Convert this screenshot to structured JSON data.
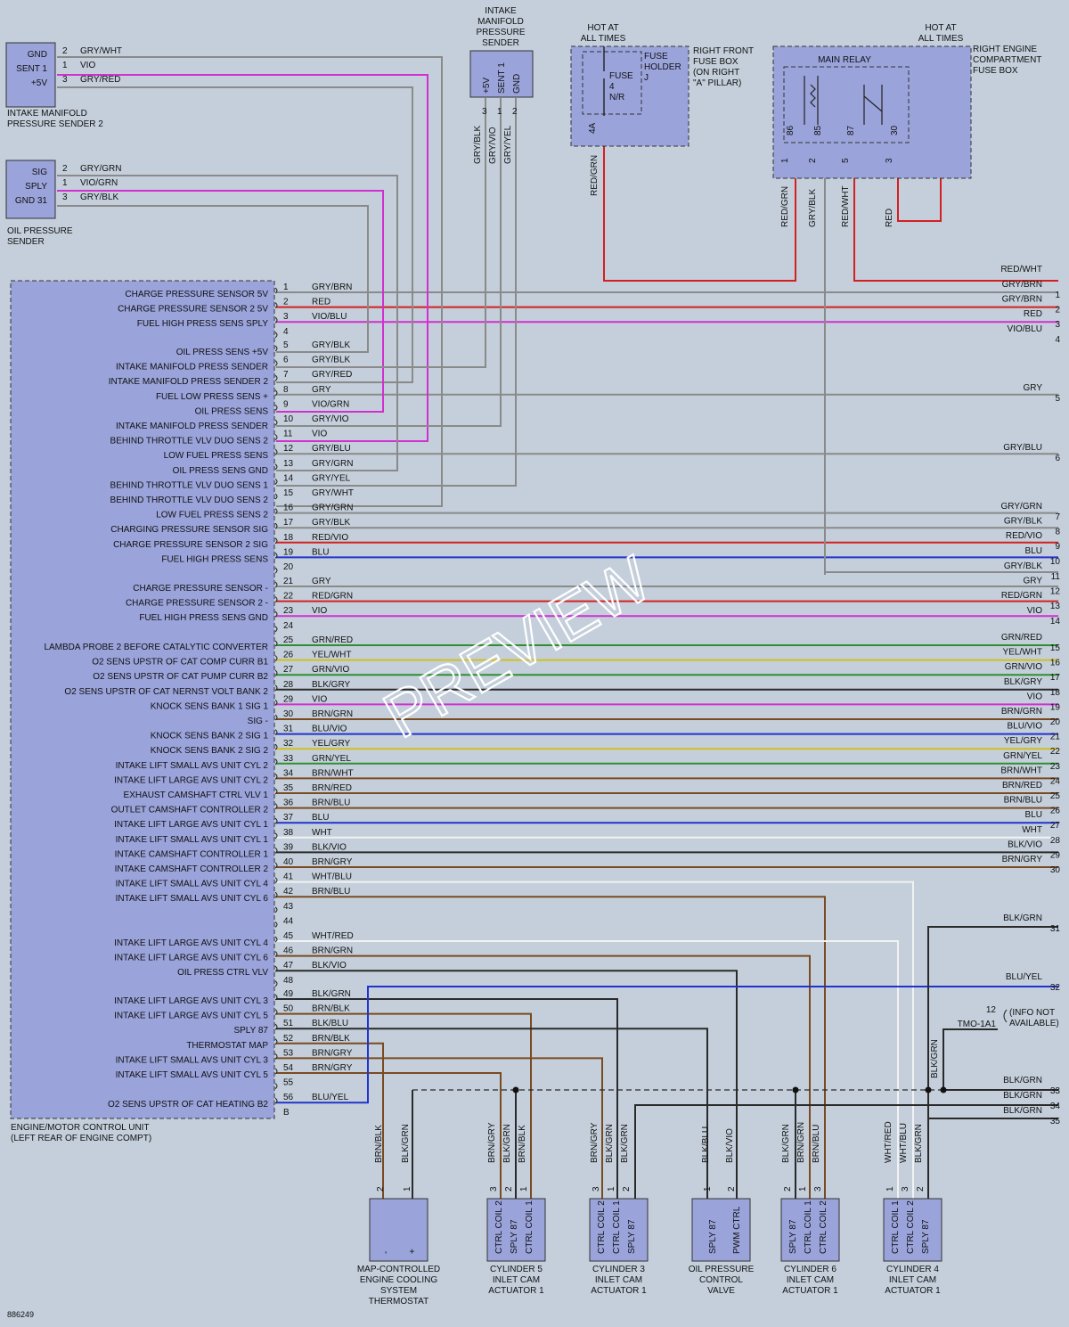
{
  "diagram_id": "886249",
  "watermark": "PREVIEW",
  "components": {
    "imp2": {
      "lines": [
        "INTAKE MANIFOLD",
        "PRESSURE SENDER 2"
      ],
      "pins": [
        [
          "GND",
          "2",
          "GRY/WHT"
        ],
        [
          "SENT 1",
          "1",
          "VIO"
        ],
        [
          "+5V",
          "3",
          "GRY/RED"
        ]
      ]
    },
    "ops": {
      "lines": [
        "OIL PRESSURE",
        "SENDER"
      ],
      "pins": [
        [
          "SIG",
          "2",
          "GRY/GRN"
        ],
        [
          "SPLY",
          "1",
          "VIO/GRN"
        ],
        [
          "GND 31",
          "3",
          "GRY/BLK"
        ]
      ]
    },
    "imps": {
      "lines": [
        "INTAKE",
        "MANIFOLD",
        "PRESSURE",
        "SENDER"
      ],
      "pins": [
        [
          "+5V",
          "3",
          "GRY/BLK"
        ],
        [
          "SENT 1",
          "1",
          "GRY/VIO"
        ],
        [
          "GND",
          "2",
          "GRY/YEL"
        ]
      ]
    },
    "fusebox": {
      "hot": [
        "HOT AT",
        "ALL TIMES"
      ],
      "lines": [
        "RIGHT FRONT",
        "FUSE BOX",
        "(ON RIGHT",
        "\"A\" PILLAR)"
      ],
      "holder": [
        "FUSE",
        "HOLDER",
        "J"
      ],
      "fuse": [
        "FUSE",
        "4",
        "N/R"
      ],
      "pin": "4A",
      "wire": "RED/GRN"
    },
    "relaybox": {
      "hot": [
        "HOT AT",
        "ALL TIMES"
      ],
      "lines": [
        "RIGHT ENGINE",
        "COMPARTMENT",
        "FUSE BOX"
      ],
      "relay": "MAIN RELAY",
      "terms": [
        "86",
        "85",
        "87",
        "30"
      ],
      "pins": [
        "1",
        "2",
        "5",
        "3"
      ],
      "wires": [
        "RED/GRN",
        "GRY/BLK",
        "RED/WHT",
        "RED"
      ]
    },
    "ecu": {
      "lines": [
        "ENGINE/MOTOR CONTROL UNIT",
        "(LEFT REAR OF ENGINE COMPT)"
      ],
      "bottom_pin": "B"
    },
    "thermostat": {
      "lines": [
        "MAP-CONTROLLED",
        "ENGINE COOLING",
        "SYSTEM",
        "THERMOSTAT"
      ],
      "wires": [
        "BRN/BLK",
        "BLK/GRN"
      ],
      "pins": [
        "2",
        "1"
      ],
      "terms": [
        "-",
        "+"
      ]
    },
    "cyl5": {
      "lines": [
        "CYLINDER 5",
        "INLET CAM",
        "ACTUATOR 1"
      ],
      "wires": [
        "BRN/GRY",
        "BLK/GRN",
        "BRN/BLK"
      ],
      "pins": [
        "3",
        "2",
        "1"
      ],
      "terms": [
        "CTRL COIL 2",
        "SPLY 87",
        "CTRL COIL 1"
      ]
    },
    "cyl3": {
      "lines": [
        "CYLINDER 3",
        "INLET CAM",
        "ACTUATOR 1"
      ],
      "wires": [
        "BRN/GRY",
        "BLK/GRN",
        "BLK/GRN"
      ],
      "pins": [
        "3",
        "1",
        "2"
      ],
      "terms": [
        "CTRL COIL 2",
        "CTRL COIL 1",
        "SPLY 87"
      ]
    },
    "opcv": {
      "lines": [
        "OIL PRESSURE",
        "CONTROL",
        "VALVE"
      ],
      "wires": [
        "BLK/BLU",
        "BLK/VIO"
      ],
      "pins": [
        "1",
        "2"
      ],
      "terms": [
        "SPLY 87",
        "PWM CTRL"
      ]
    },
    "cyl6": {
      "lines": [
        "CYLINDER 6",
        "INLET CAM",
        "ACTUATOR 1"
      ],
      "wires": [
        "BLK/GRN",
        "BRN/GRN",
        "BRN/BLU"
      ],
      "pins": [
        "2",
        "1",
        "3"
      ],
      "terms": [
        "SPLY 87",
        "CTRL COIL 1",
        "CTRL COIL 2"
      ]
    },
    "cyl4": {
      "lines": [
        "CYLINDER 4",
        "INLET CAM",
        "ACTUATOR 1"
      ],
      "wires": [
        "WHT/RED",
        "WHT/BLU",
        "BLK/GRN"
      ],
      "pins": [
        "1",
        "3",
        "2"
      ],
      "terms": [
        "CTRL COIL 1",
        "CTRL COIL 2",
        "SPLY 87"
      ]
    }
  },
  "ecu_pins": [
    [
      "1",
      "CHARGE PRESSURE SENSOR 5V",
      "GRY/BRN"
    ],
    [
      "2",
      "CHARGE PRESSURE SENSOR 2 5V",
      "RED"
    ],
    [
      "3",
      "FUEL HIGH PRESS SENS SPLY",
      "VIO/BLU"
    ],
    [
      "4",
      "",
      ""
    ],
    [
      "5",
      "OIL PRESS SENS +5V",
      "GRY/BLK"
    ],
    [
      "6",
      "INTAKE MANIFOLD PRESS SENDER",
      "GRY/BLK"
    ],
    [
      "7",
      "INTAKE MANIFOLD PRESS SENDER 2",
      "GRY/RED"
    ],
    [
      "8",
      "FUEL LOW PRESS SENS +",
      "GRY"
    ],
    [
      "9",
      "OIL PRESS SENS",
      "VIO/GRN"
    ],
    [
      "10",
      "INTAKE MANIFOLD PRESS SENDER",
      "GRY/VIO"
    ],
    [
      "11",
      "BEHIND THROTTLE VLV DUO SENS 2",
      "VIO"
    ],
    [
      "12",
      "LOW FUEL PRESS SENS",
      "GRY/BLU"
    ],
    [
      "13",
      "OIL PRESS SENS GND",
      "GRY/GRN"
    ],
    [
      "14",
      "BEHIND THROTTLE VLV DUO SENS 1",
      "GRY/YEL"
    ],
    [
      "15",
      "BEHIND THROTTLE VLV DUO SENS 2",
      "GRY/WHT"
    ],
    [
      "16",
      "LOW FUEL PRESS SENS 2",
      "GRY/GRN"
    ],
    [
      "17",
      "CHARGING PRESSURE SENSOR SIG",
      "GRY/BLK"
    ],
    [
      "18",
      "CHARGE PRESSURE SENSOR 2 SIG",
      "RED/VIO"
    ],
    [
      "19",
      "FUEL HIGH PRESS SENS",
      "BLU"
    ],
    [
      "20",
      "",
      ""
    ],
    [
      "21",
      "CHARGE PRESSURE SENSOR -",
      "GRY"
    ],
    [
      "22",
      "CHARGE PRESSURE SENSOR 2 -",
      "RED/GRN"
    ],
    [
      "23",
      "FUEL HIGH PRESS SENS GND",
      "VIO"
    ],
    [
      "24",
      "",
      ""
    ],
    [
      "25",
      "LAMBDA PROBE 2 BEFORE CATALYTIC CONVERTER",
      "GRN/RED"
    ],
    [
      "26",
      "O2 SENS UPSTR OF CAT COMP CURR B1",
      "YEL/WHT"
    ],
    [
      "27",
      "O2 SENS UPSTR OF CAT PUMP CURR B2",
      "GRN/VIO"
    ],
    [
      "28",
      "O2 SENS UPSTR OF CAT NERNST VOLT BANK 2",
      "BLK/GRY"
    ],
    [
      "29",
      "KNOCK SENS BANK 1 SIG 1",
      "VIO"
    ],
    [
      "30",
      "SIG -",
      "BRN/GRN"
    ],
    [
      "31",
      "KNOCK SENS BANK 2 SIG 1",
      "BLU/VIO"
    ],
    [
      "32",
      "KNOCK SENS BANK 2 SIG 2",
      "YEL/GRY"
    ],
    [
      "33",
      "INTAKE LIFT SMALL AVS UNIT CYL 2",
      "GRN/YEL"
    ],
    [
      "34",
      "INTAKE LIFT LARGE AVS UNIT CYL 2",
      "BRN/WHT"
    ],
    [
      "35",
      "EXHAUST CAMSHAFT CTRL VLV 1",
      "BRN/RED"
    ],
    [
      "36",
      "OUTLET CAMSHAFT CONTROLLER 2",
      "BRN/BLU"
    ],
    [
      "37",
      "INTAKE LIFT LARGE AVS UNIT CYL 1",
      "BLU"
    ],
    [
      "38",
      "INTAKE LIFT SMALL AVS UNIT CYL 1",
      "WHT"
    ],
    [
      "39",
      "INTAKE CAMSHAFT CONTROLLER 1",
      "BLK/VIO"
    ],
    [
      "40",
      "INTAKE CAMSHAFT CONTROLLER 2",
      "BRN/GRY"
    ],
    [
      "41",
      "INTAKE LIFT SMALL AVS UNIT CYL 4",
      "WHT/BLU"
    ],
    [
      "42",
      "INTAKE LIFT SMALL AVS UNIT CYL 6",
      "BRN/BLU"
    ],
    [
      "43",
      "",
      ""
    ],
    [
      "44",
      "",
      ""
    ],
    [
      "45",
      "INTAKE LIFT LARGE AVS UNIT CYL 4",
      "WHT/RED"
    ],
    [
      "46",
      "INTAKE LIFT LARGE AVS UNIT CYL 6",
      "BRN/GRN"
    ],
    [
      "47",
      "OIL PRESS CTRL VLV",
      "BLK/VIO"
    ],
    [
      "48",
      "",
      ""
    ],
    [
      "49",
      "INTAKE LIFT LARGE AVS UNIT CYL 3",
      "BLK/GRN"
    ],
    [
      "50",
      "INTAKE LIFT LARGE AVS UNIT CYL 5",
      "BRN/BLK"
    ],
    [
      "51",
      "SPLY 87",
      "BLK/BLU"
    ],
    [
      "52",
      "THERMOSTAT MAP",
      "BRN/BLK"
    ],
    [
      "53",
      "INTAKE LIFT SMALL AVS UNIT CYL 3",
      "BRN/GRY"
    ],
    [
      "54",
      "INTAKE LIFT SMALL AVS UNIT CYL 5",
      "BRN/GRY"
    ],
    [
      "55",
      "",
      ""
    ],
    [
      "56",
      "O2 SENS UPSTR OF CAT HEATING B2",
      "BLU/YEL"
    ]
  ],
  "right_edge": [
    [
      "RED/WHT",
      ""
    ],
    [
      "GRY/BRN",
      "1"
    ],
    [
      "GRY/BRN",
      "2"
    ],
    [
      "RED",
      "3"
    ],
    [
      "VIO/BLU",
      "4"
    ],
    [
      "GRY",
      "5"
    ],
    [
      "GRY/BLU",
      "6"
    ],
    [
      "GRY/GRN",
      "7"
    ],
    [
      "GRY/BLK",
      "8"
    ],
    [
      "RED/VIO",
      "9"
    ],
    [
      "BLU",
      "10"
    ],
    [
      "GRY/BLK",
      "11"
    ],
    [
      "GRY",
      "12"
    ],
    [
      "RED/GRN",
      "13"
    ],
    [
      "VIO",
      "14"
    ],
    [
      "GRN/RED",
      "15"
    ],
    [
      "YEL/WHT",
      "16"
    ],
    [
      "GRN/VIO",
      "17"
    ],
    [
      "BLK/GRY",
      "18"
    ],
    [
      "VIO",
      "19"
    ],
    [
      "BRN/GRN",
      "20"
    ],
    [
      "BLU/VIO",
      "21"
    ],
    [
      "YEL/GRY",
      "22"
    ],
    [
      "GRN/YEL",
      "23"
    ],
    [
      "BRN/WHT",
      "24"
    ],
    [
      "BRN/RED",
      "25"
    ],
    [
      "BRN/BLU",
      "26"
    ],
    [
      "BLU",
      "27"
    ],
    [
      "WHT",
      "28"
    ],
    [
      "BLK/VIO",
      "29"
    ],
    [
      "BRN/GRY",
      "30"
    ],
    [
      "BLK/GRN",
      "31"
    ],
    [
      "BLU/YEL",
      "32"
    ],
    [
      "BLK/GRN",
      "33"
    ],
    [
      "BLK/GRN",
      "34"
    ],
    [
      "BLK/GRN",
      "35"
    ]
  ],
  "ground_ref": {
    "pin": "12",
    "conn": "TMO-1A1",
    "note": [
      "(INFO NOT",
      "AVAILABLE)"
    ],
    "wire": "BLK/GRN"
  },
  "colors": {
    "GRY": "#8a8a8a",
    "RED": "#d42020",
    "VIO": "#d030d0",
    "BLU": "#2233cc",
    "GRN": "#2f8f2f",
    "YEL": "#d0c020",
    "WHT": "#f2f2f2",
    "BLK": "#2a2a2a",
    "BRN": "#7a4a20",
    "bg": "#c4cfdb",
    "box": "#9aa3da"
  }
}
